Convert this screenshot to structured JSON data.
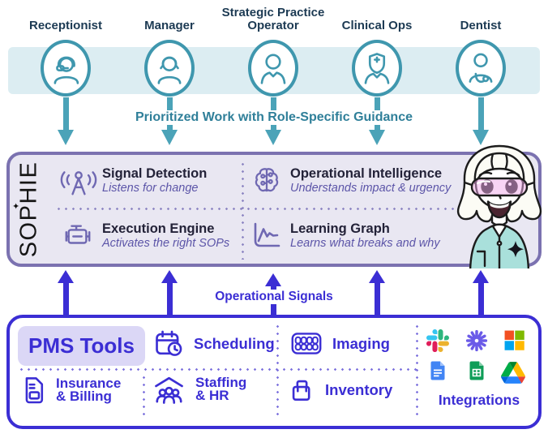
{
  "colors": {
    "teal": "#3F97AE",
    "teal_arrow": "#4BA3B8",
    "teal_dark": "#2F7F99",
    "band_bg": "#DCEDF2",
    "navy": "#1C3A53",
    "purple_border": "#7B72B0",
    "purple_bg": "#E9E7F2",
    "purple_icon": "#6F68B2",
    "purple_dot": "#8F88C4",
    "title_dark": "#232238",
    "subtitle_purple": "#5C55A8",
    "indigo": "#3B2ED4",
    "indigo_dot": "#7F74DE",
    "chip_bg": "#DBD7F6"
  },
  "roles": {
    "items": [
      {
        "label": "Receptionist",
        "icon": "receptionist-headset-icon"
      },
      {
        "label": "Manager",
        "icon": "manager-icon"
      },
      {
        "label": "Strategic Practice Operator",
        "icon": "operator-icon"
      },
      {
        "label": "Clinical Ops",
        "icon": "clinical-ops-shield-icon"
      },
      {
        "label": "Dentist",
        "icon": "dentist-stethoscope-icon"
      }
    ],
    "downflow_label": "Prioritized Work with Role-Specific Guidance"
  },
  "sophie": {
    "brand": "SOPHIE",
    "features": [
      {
        "title": "Signal Detection",
        "subtitle": "Listens for change",
        "icon": "signal-tower-icon"
      },
      {
        "title": "Operational Intelligence",
        "subtitle": "Understands impact & urgency",
        "icon": "brain-icon"
      },
      {
        "title": "Execution Engine",
        "subtitle": "Activates the right SOPs",
        "icon": "engine-icon"
      },
      {
        "title": "Learning Graph",
        "subtitle": "Learns what breaks and why",
        "icon": "line-chart-icon"
      }
    ],
    "mascot": "sophie-mascot"
  },
  "upflow_label": "Operational Signals",
  "pms": {
    "title": "PMS Tools",
    "tools": [
      {
        "label": "Scheduling",
        "icon": "calendar-clock-icon"
      },
      {
        "label": "Imaging",
        "icon": "dental-imaging-icon"
      },
      {
        "label": "Insurance & Billing",
        "icon": "invoice-icon"
      },
      {
        "label": "Staffing & HR",
        "icon": "staff-house-icon"
      },
      {
        "label": "Inventory",
        "icon": "package-icon"
      }
    ],
    "integrations": {
      "label": "Integrations",
      "apps": [
        "Slack",
        "Asterisk",
        "Microsoft",
        "Google Docs",
        "Google Sheets",
        "Google Drive"
      ]
    }
  }
}
